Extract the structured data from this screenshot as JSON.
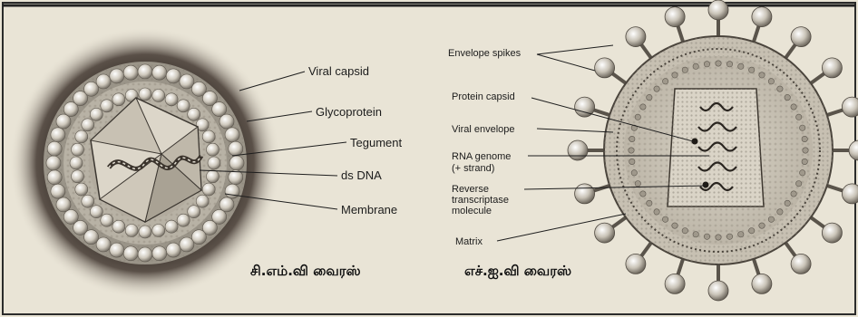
{
  "cmv": {
    "labels": {
      "viral_capsid": "Viral capsid",
      "glycoprotein": "Glycoprotein",
      "tegument": "Tegument",
      "ds_dna": "ds DNA",
      "membrane": "Membrane"
    },
    "caption": "சி.எம்.வி வைரஸ்"
  },
  "hiv": {
    "labels": {
      "envelope_spikes": "Envelope spikes",
      "protein_capsid": "Protein capsid",
      "viral_envelope": "Viral envelope",
      "rna_genome_1": "RNA genome",
      "rna_genome_2": "(+ strand)",
      "rt_1": "Reverse",
      "rt_2": "transcriptase",
      "rt_3": "molecule",
      "matrix": "Matrix"
    },
    "caption": "எச்.ஐ.வி வைரஸ்"
  }
}
